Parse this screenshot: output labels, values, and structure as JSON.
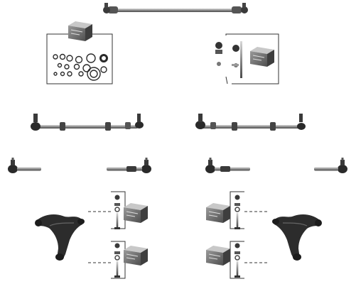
{
  "image": {
    "kind": "photo-catalog",
    "background_color": "#ffffff",
    "metal_color": "#8a8a8a",
    "dark_color": "#2a2a2a",
    "box_color": "#6e6e6e"
  },
  "parts": [
    {
      "id": "steering-center-rod-top",
      "icon": "steering-rod-icon"
    },
    {
      "id": "repair-kit-left",
      "icon": "seal-ring-kit-icon"
    },
    {
      "id": "bolt-kit-right",
      "icon": "bolt-nut-kit-icon"
    },
    {
      "id": "tie-rod-assembly-left",
      "icon": "tie-rod-assembly-icon"
    },
    {
      "id": "tie-rod-assembly-right",
      "icon": "tie-rod-assembly-icon"
    },
    {
      "id": "tie-rod-end-outer-left",
      "icon": "tie-rod-end-icon"
    },
    {
      "id": "tie-rod-end-inner-left",
      "icon": "tie-rod-end-icon"
    },
    {
      "id": "tie-rod-end-inner-right",
      "icon": "tie-rod-end-icon"
    },
    {
      "id": "tie-rod-end-outer-right",
      "icon": "tie-rod-end-icon"
    },
    {
      "id": "control-arm-left",
      "icon": "control-arm-icon"
    },
    {
      "id": "control-arm-right",
      "icon": "control-arm-icon"
    },
    {
      "id": "mount-kit-left-upper",
      "icon": "bolt-nut-kit-icon"
    },
    {
      "id": "mount-kit-left-lower",
      "icon": "bolt-nut-kit-icon"
    },
    {
      "id": "mount-kit-right-upper",
      "icon": "bolt-nut-kit-icon"
    },
    {
      "id": "mount-kit-right-lower",
      "icon": "bolt-nut-kit-icon"
    }
  ]
}
